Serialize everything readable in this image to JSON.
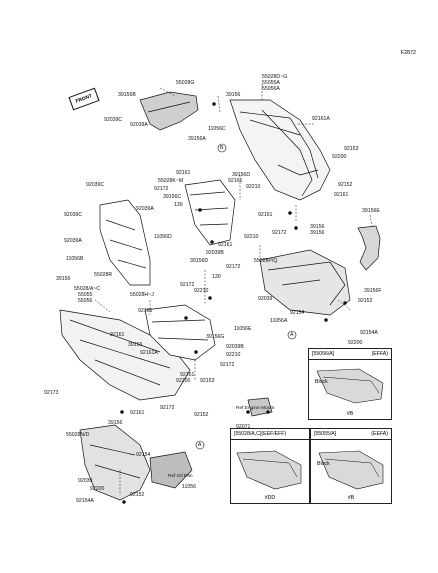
{
  "diagram_code": "F2872",
  "front_label": "FRONT",
  "labels": {
    "l_55028G": "55028G",
    "l_39156B": "39156B",
    "l_92039C_a": "92039C",
    "l_92039A_a": "92039A",
    "l_39156A": "39156A",
    "l_39156_top": "39156",
    "l_55028DG": "55028D~G",
    "l_55055A": "55055A",
    "l_55056A": "55056A",
    "l_92161A_top": "92161A",
    "l_11056C": "11056C",
    "l_39156D": "39156D",
    "l_92161_a": "92161",
    "l_55028KM": "55028K~M",
    "l_92172_a": "92172",
    "l_39156C": "39156C",
    "l_92161_b": "92161",
    "l_92210_a": "92210",
    "l_92200_top": "92200",
    "l_92153_top": "92153",
    "l_92152_top": "92152",
    "l_92161_c": "92161",
    "l_92039C_b": "92039C",
    "l_92039C_c": "92039C",
    "l_92039A_b": "92039A",
    "l_92039A_c": "92039A",
    "l_11056B": "11056B",
    "l_55028R": "55028R",
    "l_130_a": "130",
    "l_11056D": "11056D",
    "l_39156D_b": "39156D",
    "l_92039B": "92039B",
    "l_92161_d": "92161",
    "l_92210_b": "92210",
    "l_92172_b": "92172",
    "l_92161_e": "92161",
    "l_92172_c": "92172",
    "l_39156E": "39156E",
    "l_39156_mid": "39156",
    "l_39156_b": "39156",
    "l_55028PQ": "55028P/Q",
    "l_92039_a": "92039",
    "l_39156F": "39156F",
    "l_92152_b": "92152",
    "l_92154": "92154",
    "l_11056A": "11056A",
    "l_92154A": "92154A",
    "l_92200_b": "92200",
    "l_39156_left": "39156",
    "l_55028AC": "55028/A~C",
    "l_55055": "55055",
    "l_55056": "55056",
    "l_55028HJ": "55028H~J",
    "l_130_b": "130",
    "l_92172_d": "92172",
    "l_92210_c": "92210",
    "l_92161_f": "92161",
    "l_11056E": "11056E",
    "l_39156G": "39156G",
    "l_92039B_b": "92039B",
    "l_92210_d": "92210",
    "l_92172_e": "92172",
    "l_92161A_b": "92161A",
    "l_92161_g": "92161",
    "l_39156_c": "39156",
    "l_92161_h": "92161",
    "l_92200_c": "92200",
    "l_92153_b": "92153",
    "l_92173": "92173",
    "l_92161_i": "92161",
    "l_92172_f": "92172",
    "l_92152_c": "92152",
    "l_39156_d": "39156",
    "l_92071_a": "92071",
    "l_92071_b": "92071",
    "l_55028ND": "55028N/D",
    "l_92154_b": "92154",
    "l_92039_b": "92039",
    "l_92200_d": "92200",
    "l_92154A_b": "92154A",
    "l_92152_d": "92152",
    "l_11056": "11056"
  },
  "refs": {
    "engine_mount": "Ref.Engine Mount",
    "oil_pan": "Ref.Oil Pan"
  },
  "callouts": [
    "A",
    "B"
  ],
  "boxes": {
    "box1": {
      "left": "[55056/A]",
      "right": "(EFFA)",
      "block": "Block",
      "tag": "#B"
    },
    "box2": {
      "left": "[55028/A,C](EEF/EFF)",
      "right": "",
      "block": "",
      "tag": "#DD"
    },
    "box3": {
      "left": "[55055/A]",
      "right": "(EEFA)",
      "block": "Block",
      "tag": "#B"
    }
  }
}
